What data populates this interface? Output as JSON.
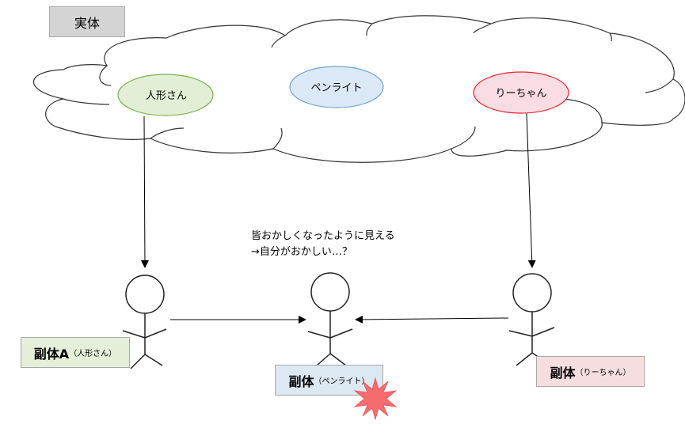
{
  "entity_section": {
    "label": "実体",
    "nodes": [
      {
        "id": "ningyo",
        "label": "人形さん",
        "fill": "#e2efd6",
        "stroke": "#7ab04a"
      },
      {
        "id": "penlight",
        "label": "ペンライト",
        "fill": "#dbe8f5",
        "stroke": "#6fa3d6"
      },
      {
        "id": "lee",
        "label": "りーちゃん",
        "fill": "#f9dde2",
        "stroke": "#e8232e"
      }
    ]
  },
  "copies": [
    {
      "id": "copy-a",
      "main": "副体A",
      "sub": "（人形さん）",
      "fill": "#e4eed8"
    },
    {
      "id": "copy-pen",
      "main": "副体",
      "sub": "（ペンライト）",
      "fill": "#dce8f2"
    },
    {
      "id": "copy-lee",
      "main": "副体",
      "sub": "（りーちゃん）",
      "fill": "#f6dde0"
    }
  ],
  "thought": {
    "line1": "皆おかしくなったように見える",
    "line2": "→自分がおかしい…？"
  },
  "burst_color": "#f56b6e"
}
